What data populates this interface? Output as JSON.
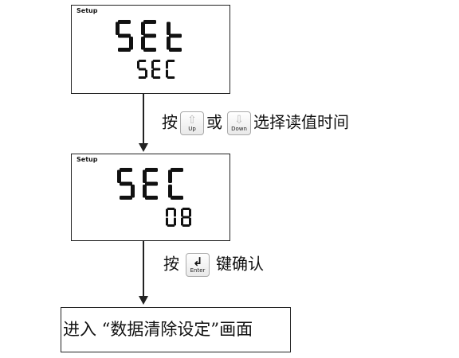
{
  "screen1": {
    "mode_label": "Setup",
    "main_text": "SEt",
    "sub_text": "SEC"
  },
  "screen2": {
    "mode_label": "Setup",
    "main_text": "SEC",
    "sub_text": "08"
  },
  "step1": {
    "press": "按",
    "or": "或",
    "action": "选择读值时间",
    "key_up_label": "Up",
    "key_down_label": "Down"
  },
  "step2": {
    "press": "按",
    "action": "键确认",
    "key_enter_label": "Enter"
  },
  "final_box": {
    "text": "进入 “数据清除设定”画面"
  },
  "icons": {
    "up": "up-arrow-icon",
    "down": "down-arrow-icon",
    "enter": "enter-return-icon"
  }
}
